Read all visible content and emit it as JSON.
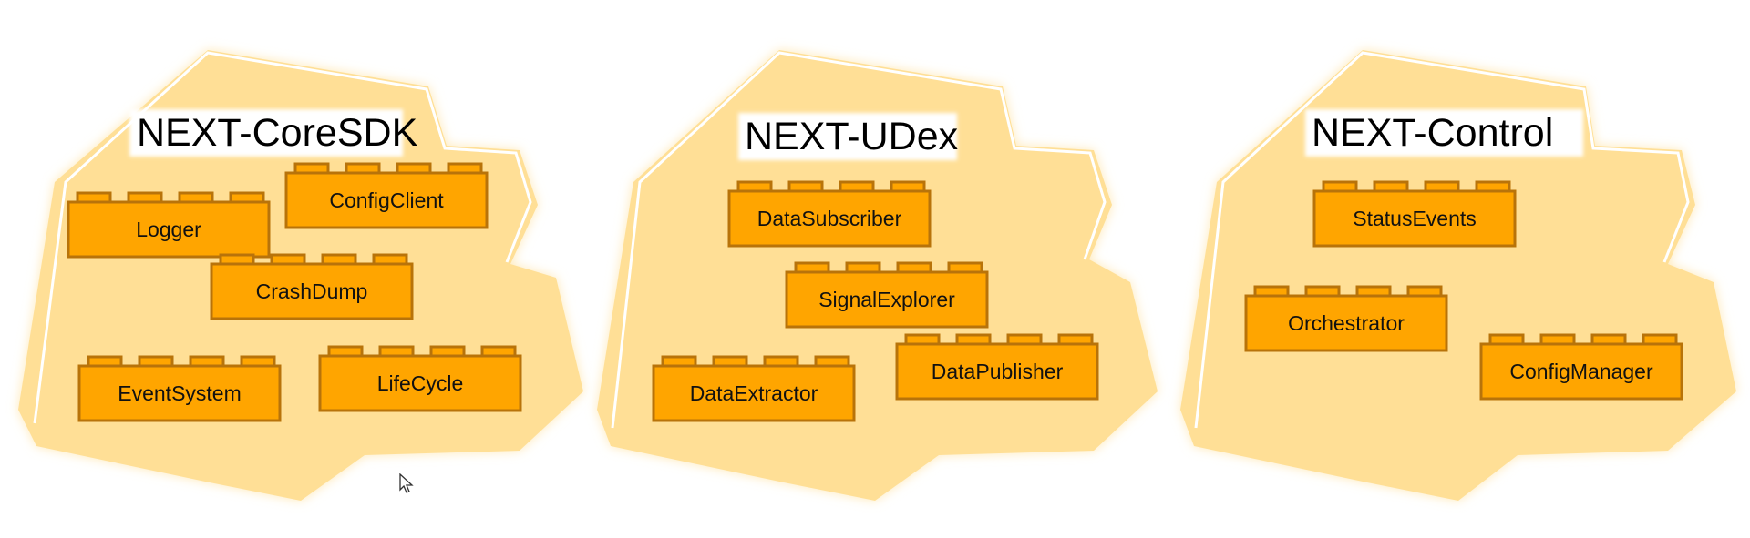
{
  "colors": {
    "region_fill": "#ffdf96",
    "region_glow": "#ffe9b8",
    "block_fill": "#ffa500",
    "block_stroke": "#b8730a",
    "title_bg": "#ffffff"
  },
  "regions": [
    {
      "title": "NEXT-CoreSDK",
      "blocks": [
        "Logger",
        "ConfigClient",
        "CrashDump",
        "EventSystem",
        "LifeCycle"
      ]
    },
    {
      "title": "NEXT-UDex",
      "blocks": [
        "DataSubscriber",
        "SignalExplorer",
        "DataExtractor",
        "DataPublisher"
      ]
    },
    {
      "title": "NEXT-Control",
      "blocks": [
        "StatusEvents",
        "Orchestrator",
        "ConfigManager"
      ]
    }
  ],
  "cursor_icon": "mouse-pointer-icon"
}
